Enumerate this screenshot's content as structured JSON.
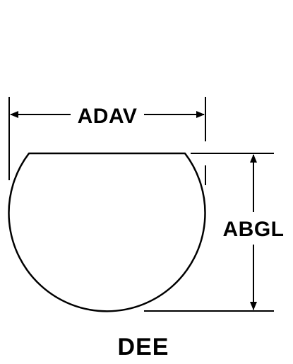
{
  "diagram": {
    "width_label": "ADAV",
    "height_label": "ABGL",
    "shape_name": "DEE",
    "line_color": "#000000",
    "background_color": "#ffffff"
  }
}
